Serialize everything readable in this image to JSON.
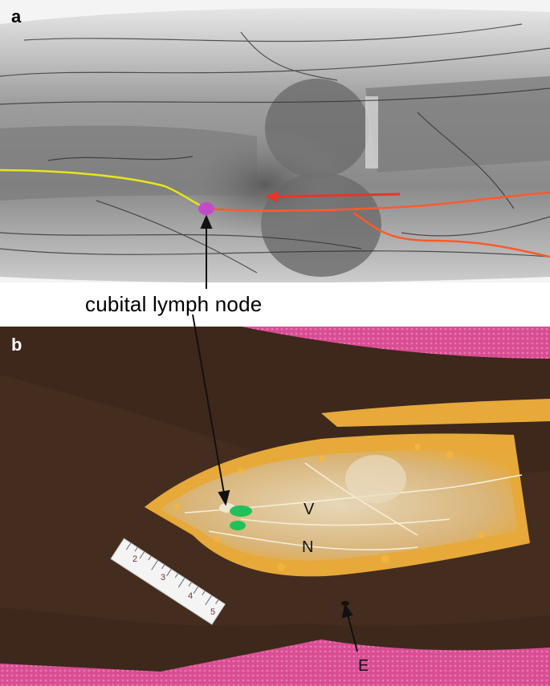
{
  "figure": {
    "panel_a_label": "a",
    "panel_b_label": "b",
    "caption_label": "cubital lymph node",
    "label_v": "V",
    "label_n": "N",
    "label_e": "E",
    "ruler_numbers": [
      "2",
      "3",
      "4",
      "5"
    ]
  },
  "colors": {
    "yellow_vessel": "#e8e41a",
    "orange_vessel": "#ff5a2a",
    "red_arrow": "#e8342a",
    "lymph_node_marker": "#c24cc8",
    "green_dye": "#22c05a",
    "towel_pink": "#d94d94",
    "skin": "#3e281c",
    "fat": "#e6a93a"
  }
}
